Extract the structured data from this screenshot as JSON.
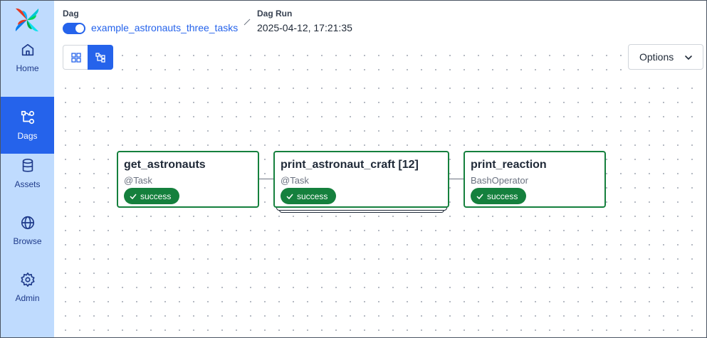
{
  "sidebar": {
    "items": [
      {
        "label": "Home",
        "icon": "home-icon"
      },
      {
        "label": "Dags",
        "icon": "dags-icon",
        "active": true
      },
      {
        "label": "Assets",
        "icon": "database-icon"
      },
      {
        "label": "Browse",
        "icon": "globe-icon"
      },
      {
        "label": "Admin",
        "icon": "gear-icon"
      }
    ]
  },
  "header": {
    "dag_label": "Dag",
    "dag_id": "example_astronauts_three_tasks",
    "dag_enabled": true,
    "run_label": "Dag Run",
    "run_date": "2025-04-12, 17:21:35"
  },
  "toolbar": {
    "options_label": "Options",
    "active_view": "graph"
  },
  "graph": {
    "nodes": [
      {
        "name": "get_astronauts",
        "operator": "@Task",
        "state": "success"
      },
      {
        "name": "print_astronaut_craft [12]",
        "operator": "@Task",
        "state": "success"
      },
      {
        "name": "print_reaction",
        "operator": "BashOperator",
        "state": "success"
      }
    ]
  },
  "colors": {
    "accent": "#2563eb",
    "sidebar_bg": "#bfdbfe",
    "success": "#15803d"
  }
}
